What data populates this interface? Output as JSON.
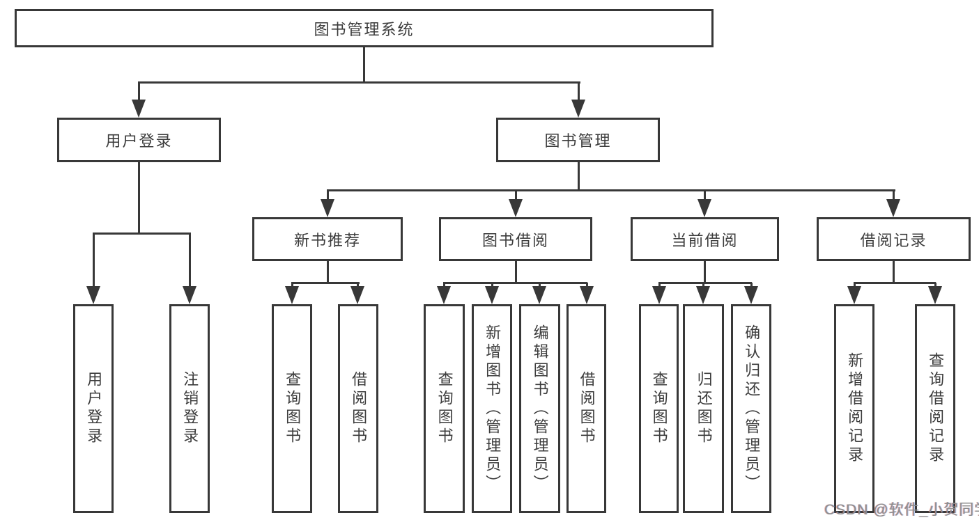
{
  "watermark": "CSDN @软件_小贺同学",
  "colors": {
    "line": "#383838",
    "text": "#3c3c3c",
    "background": "#ffffff",
    "watermark": "#8d8d8d"
  },
  "tree": {
    "root": {
      "label": "图书管理系统"
    },
    "branches": [
      {
        "label": "用户登录",
        "children": [
          {
            "label": "用户登录"
          },
          {
            "label": "注销登录"
          }
        ]
      },
      {
        "label": "图书管理",
        "children": [
          {
            "label": "新书推荐",
            "children": [
              {
                "label": "查询图书"
              },
              {
                "label": "借阅图书"
              }
            ]
          },
          {
            "label": "图书借阅",
            "children": [
              {
                "label": "查询图书"
              },
              {
                "label": "新增图书（管理员）"
              },
              {
                "label": "编辑图书（管理员）"
              },
              {
                "label": "借阅图书"
              }
            ]
          },
          {
            "label": "当前借阅",
            "children": [
              {
                "label": "查询图书"
              },
              {
                "label": "归还图书"
              },
              {
                "label": "确认归还（管理员）"
              }
            ]
          },
          {
            "label": "借阅记录",
            "children": [
              {
                "label": "新增借阅记录"
              },
              {
                "label": "查询借阅记录"
              }
            ]
          }
        ]
      }
    ]
  }
}
